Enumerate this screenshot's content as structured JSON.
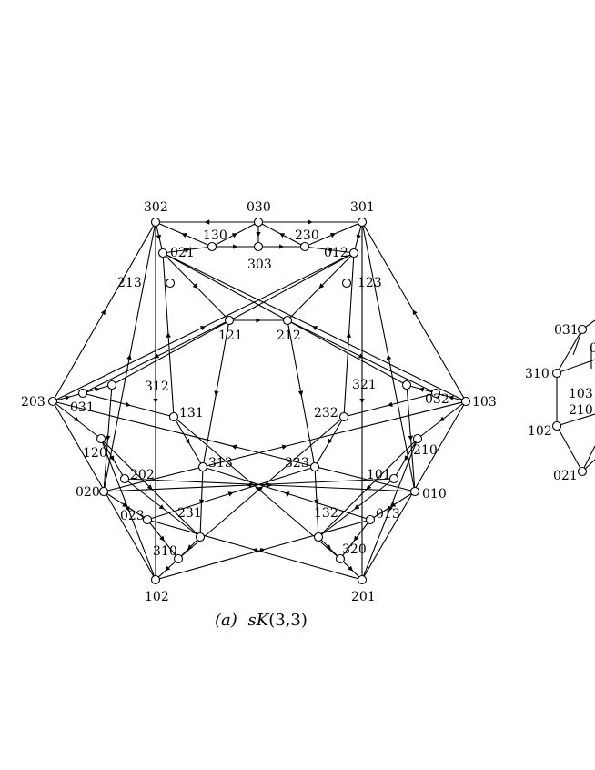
{
  "caption": {
    "prefix": "(a)",
    "graph": "sK",
    "params": "(3,3)"
  },
  "nodes": [
    {
      "id": "302",
      "label": "302"
    },
    {
      "id": "030",
      "label": "030"
    },
    {
      "id": "301",
      "label": "301"
    },
    {
      "id": "130",
      "label": "130"
    },
    {
      "id": "230",
      "label": "230"
    },
    {
      "id": "303",
      "label": "303"
    },
    {
      "id": "021",
      "label": "021"
    },
    {
      "id": "012",
      "label": "012"
    },
    {
      "id": "213",
      "label": "213"
    },
    {
      "id": "123",
      "label": "123"
    },
    {
      "id": "121",
      "label": "121"
    },
    {
      "id": "212",
      "label": "212"
    },
    {
      "id": "203",
      "label": "203"
    },
    {
      "id": "031",
      "label": "031"
    },
    {
      "id": "312",
      "label": "312"
    },
    {
      "id": "131",
      "label": "131"
    },
    {
      "id": "120",
      "label": "120"
    },
    {
      "id": "202",
      "label": "202"
    },
    {
      "id": "313",
      "label": "313"
    },
    {
      "id": "020",
      "label": "020"
    },
    {
      "id": "023",
      "label": "023"
    },
    {
      "id": "231",
      "label": "231"
    },
    {
      "id": "310",
      "label": "310"
    },
    {
      "id": "102",
      "label": "102"
    },
    {
      "id": "103",
      "label": "103"
    },
    {
      "id": "032",
      "label": "032"
    },
    {
      "id": "321",
      "label": "321"
    },
    {
      "id": "232",
      "label": "232"
    },
    {
      "id": "210",
      "label": "210"
    },
    {
      "id": "323",
      "label": "323"
    },
    {
      "id": "101",
      "label": "101"
    },
    {
      "id": "010",
      "label": "010"
    },
    {
      "id": "013",
      "label": "013"
    },
    {
      "id": "132",
      "label": "132"
    },
    {
      "id": "320",
      "label": "320"
    },
    {
      "id": "201",
      "label": "201"
    }
  ],
  "edges": [
    [
      "030",
      "302"
    ],
    [
      "030",
      "301"
    ],
    [
      "302",
      "021"
    ],
    [
      "301",
      "012"
    ],
    [
      "302",
      "102"
    ],
    [
      "301",
      "201"
    ],
    [
      "030",
      "303"
    ],
    [
      "130",
      "303"
    ],
    [
      "303",
      "230"
    ],
    [
      "130",
      "030"
    ],
    [
      "230",
      "030"
    ],
    [
      "021",
      "130"
    ],
    [
      "012",
      "230"
    ],
    [
      "130",
      "302"
    ],
    [
      "230",
      "301"
    ],
    [
      "021",
      "121"
    ],
    [
      "012",
      "212"
    ],
    [
      "121",
      "212"
    ],
    [
      "203",
      "302"
    ],
    [
      "103",
      "301"
    ],
    [
      "203",
      "102"
    ],
    [
      "103",
      "201"
    ],
    [
      "203",
      "031"
    ],
    [
      "103",
      "032"
    ],
    [
      "031",
      "312"
    ],
    [
      "032",
      "321"
    ],
    [
      "203",
      "120"
    ],
    [
      "103",
      "210"
    ],
    [
      "120",
      "102"
    ],
    [
      "210",
      "201"
    ],
    [
      "031",
      "131"
    ],
    [
      "032",
      "232"
    ],
    [
      "131",
      "313"
    ],
    [
      "232",
      "323"
    ],
    [
      "120",
      "202"
    ],
    [
      "210",
      "101"
    ],
    [
      "202",
      "231"
    ],
    [
      "101",
      "132"
    ],
    [
      "020",
      "302"
    ],
    [
      "010",
      "301"
    ],
    [
      "020",
      "023"
    ],
    [
      "010",
      "013"
    ],
    [
      "023",
      "310"
    ],
    [
      "013",
      "320"
    ],
    [
      "310",
      "102"
    ],
    [
      "320",
      "201"
    ],
    [
      "231",
      "310"
    ],
    [
      "132",
      "320"
    ],
    [
      "313",
      "231"
    ],
    [
      "323",
      "132"
    ],
    [
      "121",
      "313"
    ],
    [
      "212",
      "323"
    ],
    [
      "121",
      "031"
    ],
    [
      "212",
      "032"
    ],
    [
      "312",
      "020"
    ],
    [
      "321",
      "010"
    ],
    [
      "131",
      "021"
    ],
    [
      "232",
      "012"
    ],
    [
      "203",
      "012"
    ],
    [
      "103",
      "021"
    ],
    [
      "020",
      "103"
    ],
    [
      "010",
      "203"
    ],
    [
      "102",
      "013"
    ],
    [
      "201",
      "023"
    ],
    [
      "202",
      "010"
    ],
    [
      "101",
      "020"
    ],
    [
      "310",
      "232"
    ],
    [
      "320",
      "131"
    ],
    [
      "312",
      "012"
    ],
    [
      "321",
      "021"
    ],
    [
      "120",
      "231"
    ],
    [
      "210",
      "132"
    ],
    [
      "023",
      "323"
    ],
    [
      "013",
      "313"
    ]
  ]
}
